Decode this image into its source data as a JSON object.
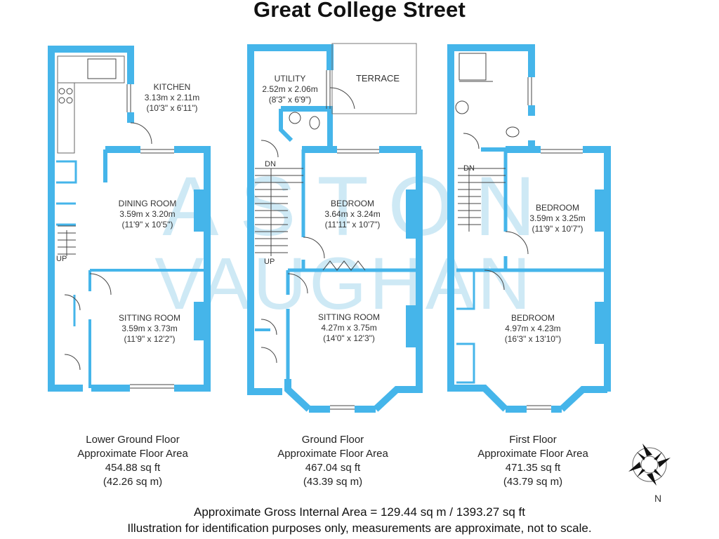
{
  "title": "Great College Street",
  "colors": {
    "wall": "#45b5ea",
    "watermark": "#bfe3f3",
    "background": "#ffffff"
  },
  "watermark": [
    "ASTON",
    "VAUGHAN"
  ],
  "floors": [
    {
      "name": "Lower Ground Floor",
      "area_label": "Approximate Floor Area",
      "sq_ft": "454.88 sq ft",
      "sq_m": "(42.26 sq m)",
      "stairs": "UP",
      "rooms": [
        {
          "name": "KITCHEN",
          "metric": "3.13m x 2.11m",
          "imperial": "(10'3\" x 6'11\")"
        },
        {
          "name": "DINING ROOM",
          "metric": "3.59m x 3.20m",
          "imperial": "(11'9\" x 10'5\")"
        },
        {
          "name": "SITTING ROOM",
          "metric": "3.59m x 3.73m",
          "imperial": "(11'9\" x 12'2\")"
        }
      ]
    },
    {
      "name": "Ground Floor",
      "area_label": "Approximate Floor Area",
      "sq_ft": "467.04 sq ft",
      "sq_m": "(43.39 sq m)",
      "stairs_dn": "DN",
      "stairs_up": "UP",
      "terrace": "TERRACE",
      "rooms": [
        {
          "name": "UTILITY",
          "metric": "2.52m x 2.06m",
          "imperial": "(8'3\" x 6'9\")"
        },
        {
          "name": "BEDROOM",
          "metric": "3.64m x 3.24m",
          "imperial": "(11'11\" x 10'7\")"
        },
        {
          "name": "SITTING ROOM",
          "metric": "4.27m x 3.75m",
          "imperial": "(14'0\" x 12'3\")"
        }
      ]
    },
    {
      "name": "First Floor",
      "area_label": "Approximate Floor Area",
      "sq_ft": "471.35 sq ft",
      "sq_m": "(43.79 sq m)",
      "stairs_dn": "DN",
      "rooms": [
        {
          "name": "BEDROOM",
          "metric": "3.59m x 3.25m",
          "imperial": "(11'9\" x 10'7\")"
        },
        {
          "name": "BEDROOM",
          "metric": "4.97m x 4.23m",
          "imperial": "(16'3\" x 13'10\")"
        }
      ]
    }
  ],
  "compass": {
    "label": "N",
    "icon": "compass-rose-icon"
  },
  "footer": {
    "gross_area": "Approximate Gross Internal Area = 129.44 sq m / 1393.27 sq ft",
    "disclaimer": "Illustration for identification purposes only, measurements are approximate, not to scale."
  }
}
